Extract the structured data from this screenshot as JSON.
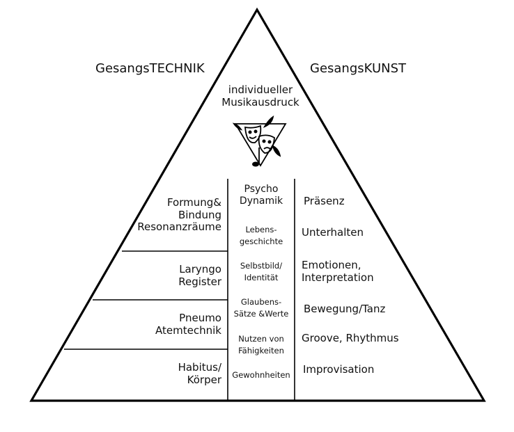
{
  "headers": {
    "left": "GesangsTECHNIK",
    "right": "GesangsKUNST"
  },
  "apex": {
    "line1": "individueller",
    "line2": "Musikausdruck"
  },
  "technik": [
    {
      "lines": [
        "Formung&",
        "Bindung",
        "Resonanzräume"
      ]
    },
    {
      "lines": [
        "Laryngo",
        "Register"
      ]
    },
    {
      "lines": [
        "Pneumo",
        "Atemtechnik"
      ]
    },
    {
      "lines": [
        "Habitus/",
        "Körper"
      ]
    }
  ],
  "psycho": [
    {
      "lines": [
        "Psycho",
        "Dynamik"
      ]
    },
    {
      "lines": [
        "Lebens-",
        "geschichte"
      ]
    },
    {
      "lines": [
        "Selbstbild/",
        "Identität"
      ]
    },
    {
      "lines": [
        "Glaubens-",
        "Sätze &Werte"
      ]
    },
    {
      "lines": [
        "Nutzen von",
        "Fähigkeiten"
      ]
    },
    {
      "lines": [
        "Gewohnheiten"
      ]
    }
  ],
  "kunst": [
    {
      "lines": [
        "Präsenz"
      ]
    },
    {
      "lines": [
        "Unterhalten"
      ]
    },
    {
      "lines": [
        "Emotionen,",
        "Interpretation"
      ]
    },
    {
      "lines": [
        "Bewegung/Tanz"
      ]
    },
    {
      "lines": [
        "Groove, Rhythmus"
      ]
    },
    {
      "lines": [
        "Improvisation"
      ]
    }
  ],
  "emblem": {
    "icon": "music-masks-emblem-icon"
  }
}
